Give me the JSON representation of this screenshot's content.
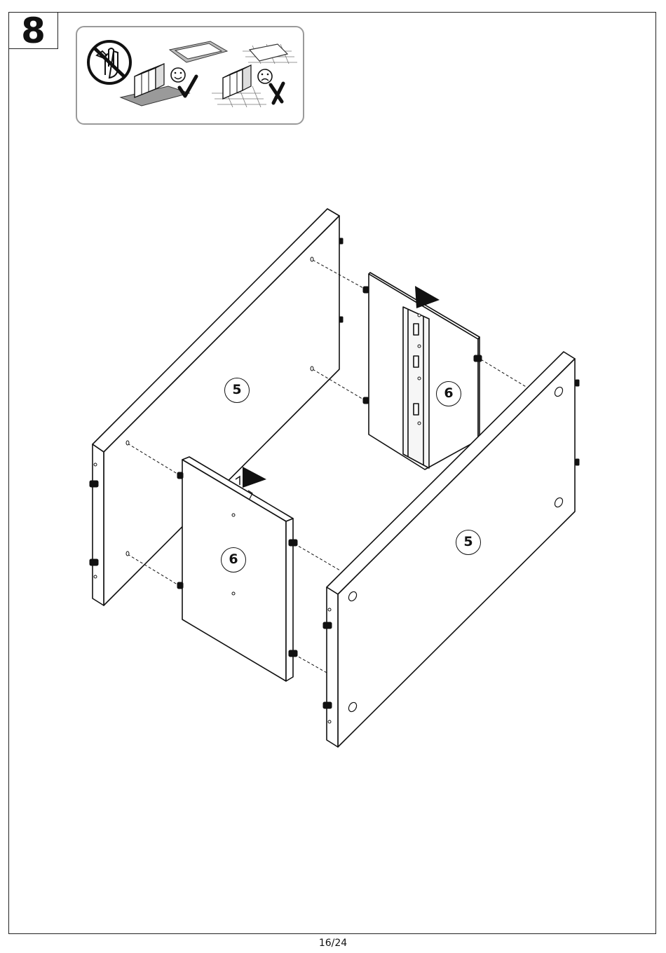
{
  "step": {
    "number": "8"
  },
  "hint": {
    "icons": [
      "no-hand-tools-icon",
      "board-on-cardboard-icon",
      "happy-face-icon",
      "checkmark-icon",
      "board-on-floor-grid-icon",
      "sad-face-icon",
      "cross-icon"
    ]
  },
  "parts": {
    "side_panel_back": "5",
    "side_panel_front": "5",
    "divider_back": "6",
    "divider_front": "6"
  },
  "footer": {
    "page": "16/24"
  }
}
